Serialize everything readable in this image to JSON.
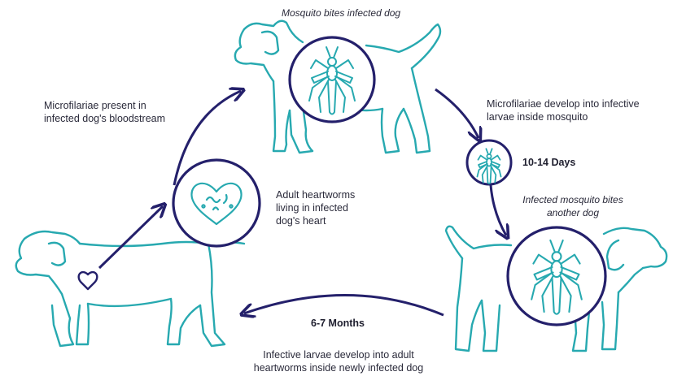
{
  "diagram": {
    "top_caption": "Mosquito bites infected dog",
    "microfilariae_present": [
      "Microfilariae present in",
      "infected dog's bloodstream"
    ],
    "microfilariae_develop": [
      "Microfilariae develop into infective",
      "larvae inside mosquito"
    ],
    "days_label": "10-14 Days",
    "second_bite": [
      "Infected mosquito bites",
      "another dog"
    ],
    "adult_worms": [
      "Adult heartworms",
      "living in infected",
      "dog's heart"
    ],
    "months_label": "6-7 Months",
    "bottom_caption": [
      "Infective larvae develop into adult",
      "heartworms inside newly infected dog"
    ]
  },
  "colors": {
    "teal": "#27a9b0",
    "navy": "#24206b",
    "text": "#2a2a3a"
  },
  "icons": [
    "dog-outline",
    "mosquito-icon",
    "heart-icon",
    "heartworm-icon",
    "cycle-arrow"
  ]
}
